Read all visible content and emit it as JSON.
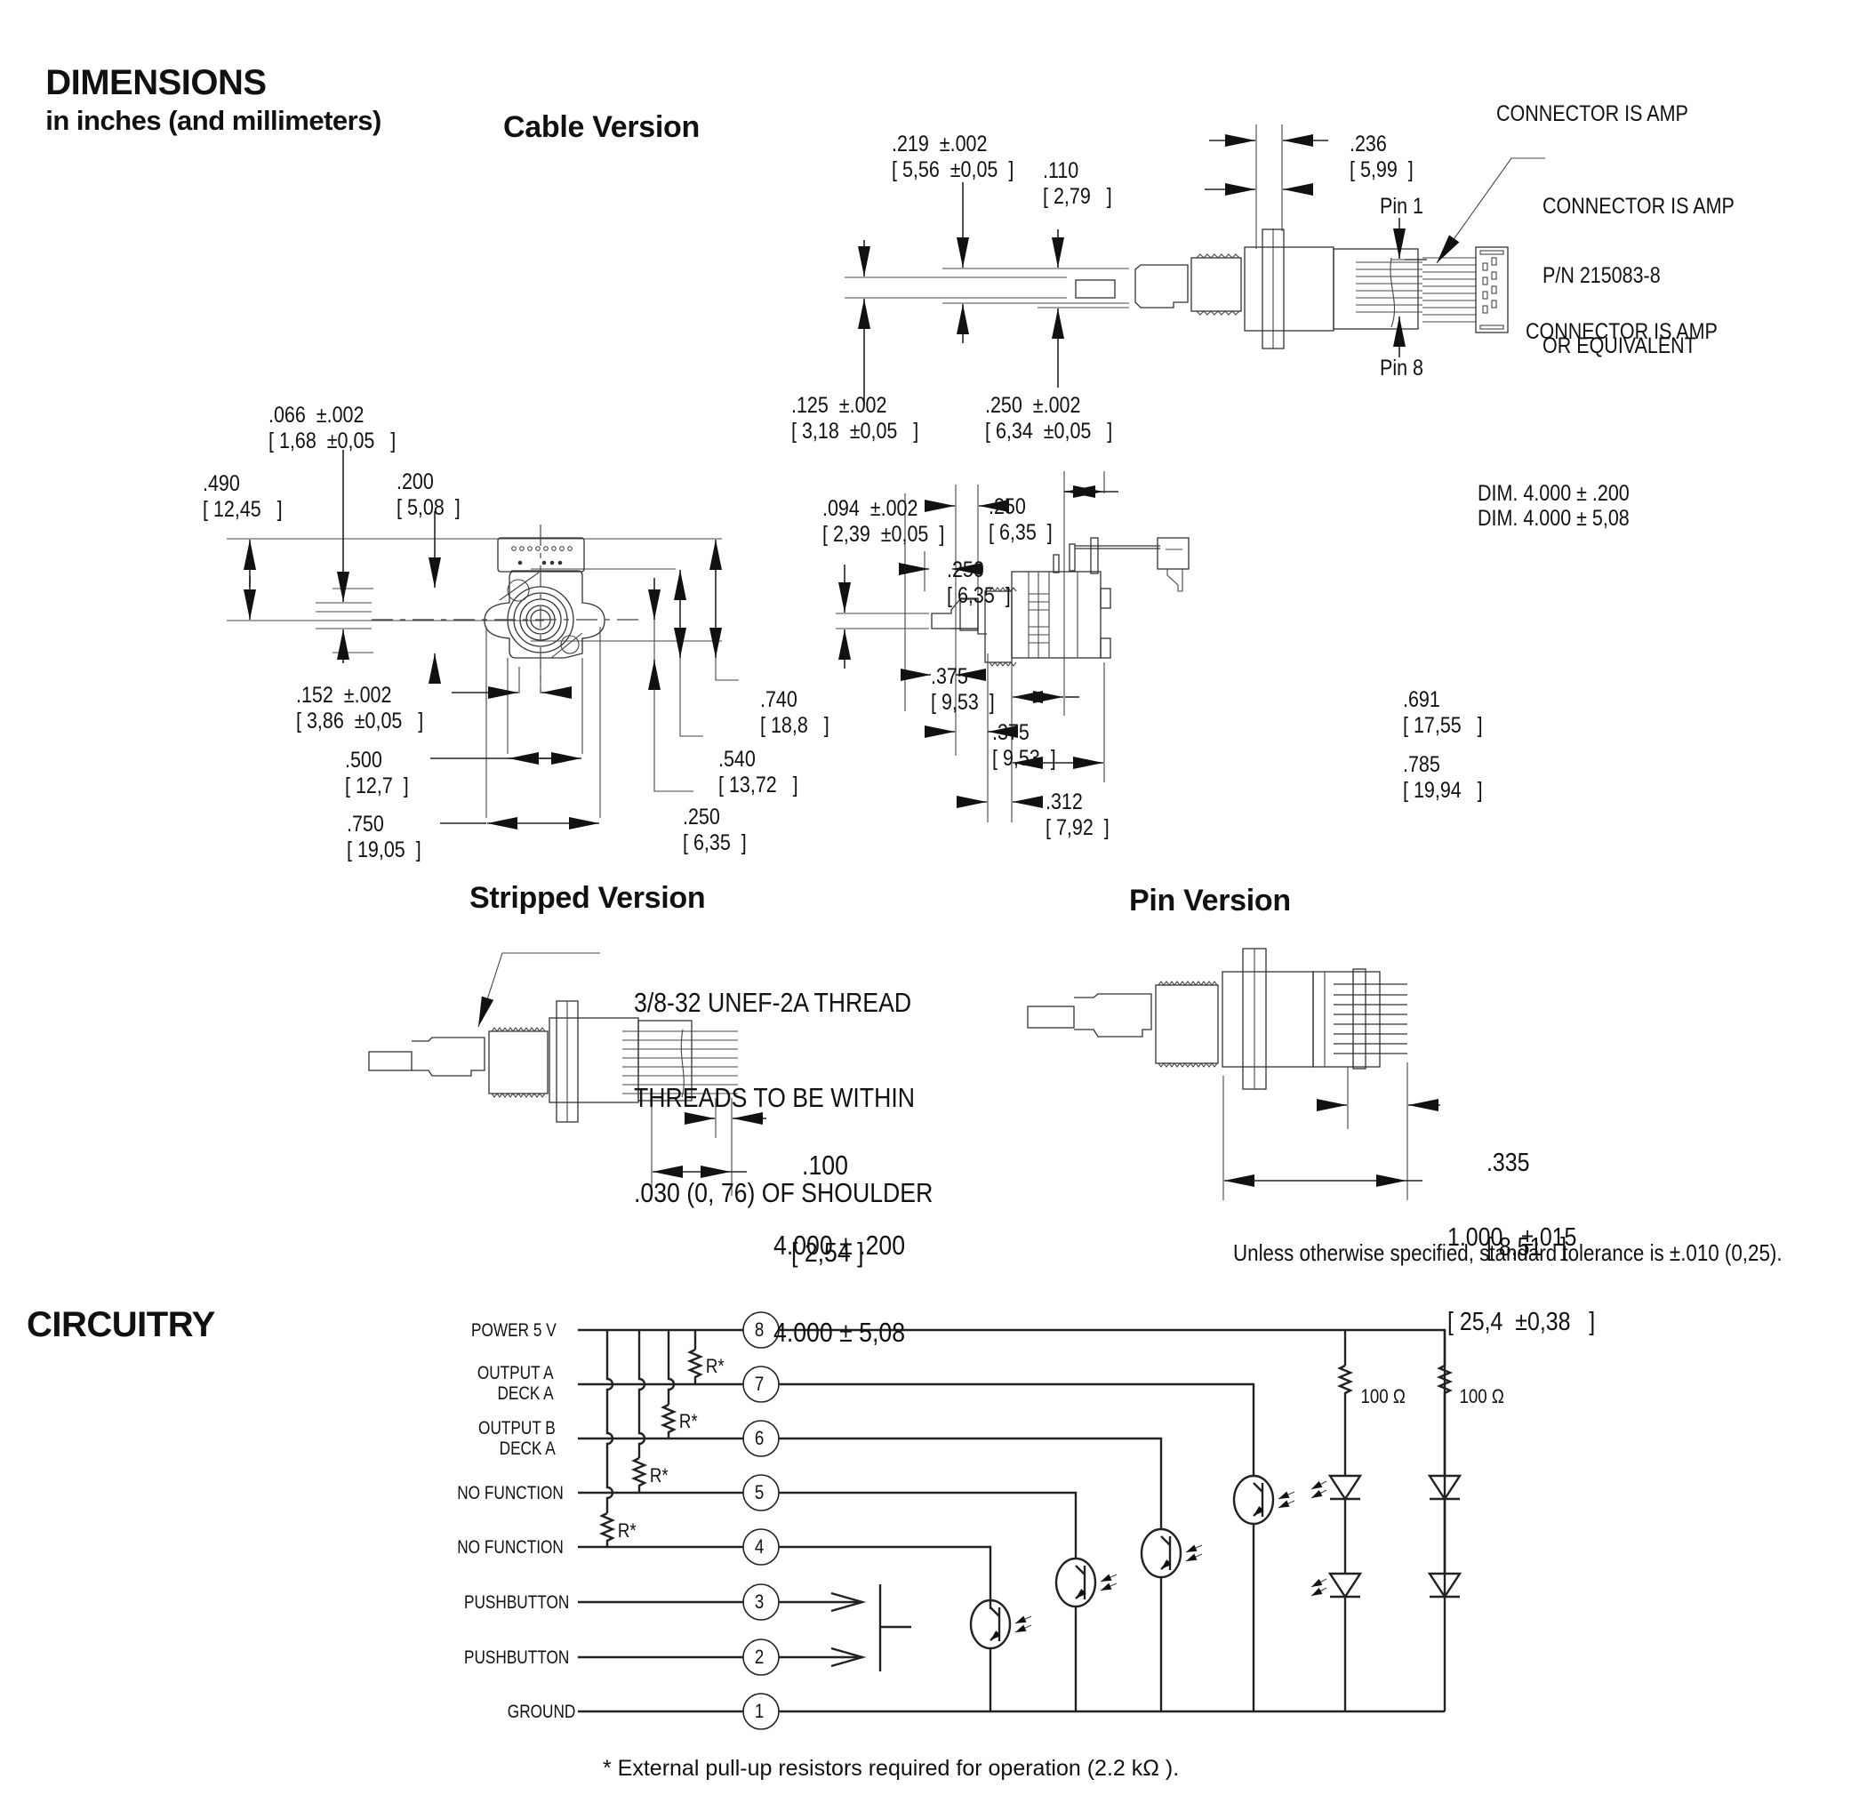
{
  "header": {
    "title": "DIMENSIONS",
    "subtitle": "in inches (and millimeters)"
  },
  "cable_version": {
    "title": "Cable Version",
    "dims": {
      "d219": [
        ".219  ±.002",
        "[ 5,56  ±0,05  ]"
      ],
      "d110": [
        ".110",
        "[ 2,79   ]"
      ],
      "d236": [
        ".236",
        "[ 5,99  ]"
      ],
      "d125": [
        ".125  ±.002",
        "[ 3,18  ±0,05   ]"
      ],
      "d250": [
        ".250  ±.002",
        "[ 6,34  ±0,05   ]"
      ]
    },
    "connector_note_1": "CONNECTOR IS AMP",
    "connector_note_2": [
      "CONNECTOR IS AMP",
      "P/N 215083-8",
      "OR EQUIVALENT"
    ],
    "connector_note_3": "CONNECTOR IS AMP",
    "pin1": "Pin 1",
    "pin8": "Pin 8"
  },
  "front_view": {
    "dims": {
      "d066": [
        ".066  ±.002",
        "[ 1,68  ±0,05   ]"
      ],
      "d490": [
        ".490",
        "[ 12,45   ]"
      ],
      "d200": [
        ".200",
        "[ 5,08  ]"
      ],
      "d152": [
        ".152  ±.002",
        "[ 3,86  ±0,05   ]"
      ],
      "d500": [
        ".500",
        "[ 12,7  ]"
      ],
      "d750": [
        ".750",
        "[ 19,05  ]"
      ],
      "d740": [
        ".740",
        "[ 18,8   ]"
      ],
      "d540": [
        ".540",
        "[ 13,72   ]"
      ],
      "d250": [
        ".250",
        "[ 6,35  ]"
      ]
    }
  },
  "side_view": {
    "dims": {
      "d094": [
        ".094  ±.002",
        "[ 2,39  ±0,05  ]"
      ],
      "d250a": [
        ".250",
        "[ 6,35  ]"
      ],
      "d250b": [
        ".250",
        "[ 6,35  ]"
      ],
      "d375a": [
        ".375",
        "[ 9,53  ]"
      ],
      "d375b": [
        ".375",
        "[ 9,53  ]"
      ],
      "d312": [
        ".312",
        "[ 7,92  ]"
      ],
      "d691": [
        ".691",
        "[ 17,55   ]"
      ],
      "d785": [
        ".785",
        "[ 19,94   ]"
      ],
      "dim4000": [
        "DIM. 4.000 ± .200",
        "DIM. 4.000 ± 5,08"
      ]
    }
  },
  "stripped_version": {
    "title": "Stripped Version",
    "thread_note": [
      "3/8-32 UNEF-2A THREAD",
      "THREADS TO BE WITHIN",
      ".030 (0, 76) OF SHOULDER"
    ],
    "d100": [
      ".100",
      "[ 2,54 ]"
    ],
    "d4000": [
      "4.000 ± .200",
      "4.000 ± 5,08"
    ]
  },
  "pin_version": {
    "title": "Pin Version",
    "d335": [
      ".335",
      "[ 8,51   ]"
    ],
    "d1000": [
      "1.000   ±.015",
      "[ 25,4  ±0,38   ]"
    ],
    "tolerance_note": "Unless otherwise specified, standard tolerance is ±.010 (0,25)."
  },
  "circuitry": {
    "title": "CIRCUITRY",
    "pins": [
      {
        "num": "8",
        "label": [
          "POWER 5 V"
        ]
      },
      {
        "num": "7",
        "label": [
          "OUTPUT A",
          "DECK A"
        ]
      },
      {
        "num": "6",
        "label": [
          "OUTPUT B",
          "DECK A"
        ]
      },
      {
        "num": "5",
        "label": [
          "NO FUNCTION"
        ]
      },
      {
        "num": "4",
        "label": [
          "NO FUNCTION"
        ]
      },
      {
        "num": "3",
        "label": [
          "PUSHBUTTON"
        ]
      },
      {
        "num": "2",
        "label": [
          "PUSHBUTTON"
        ]
      },
      {
        "num": "1",
        "label": [
          "GROUND"
        ]
      }
    ],
    "pullup_label": "R*",
    "led_resistor_label": "100 Ω",
    "footnote": "* External pull-up resistors required for operation (2.2 kΩ )."
  }
}
